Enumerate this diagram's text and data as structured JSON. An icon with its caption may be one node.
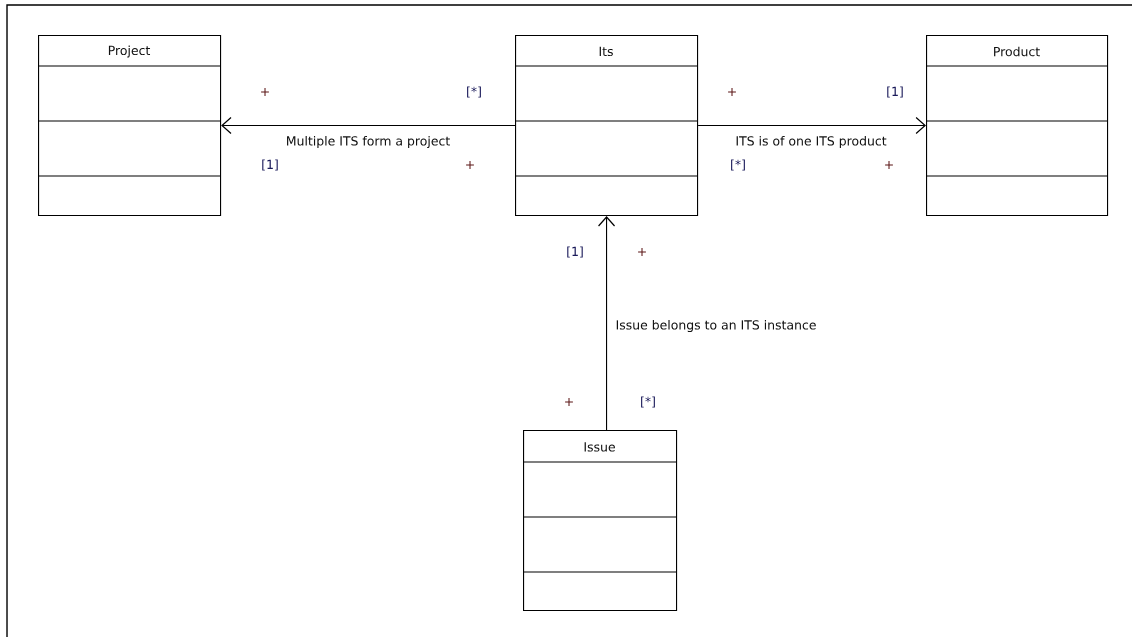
{
  "diagram": {
    "nodes": [
      {
        "text": [
          "Project"
        ]
      },
      {
        "text": [
          "Its"
        ]
      },
      {
        "text": [
          "Product"
        ]
      },
      {
        "text": [
          "Issue"
        ]
      }
    ],
    "edges": [
      {
        "from": 1,
        "to": 0,
        "arrow": "to",
        "label": "Multiple ITS form a project"
      },
      {
        "from": 1,
        "to": 2,
        "arrow": "to",
        "label": "ITS is of one ITS product"
      },
      {
        "from": 3,
        "to": 1,
        "arrow": "to",
        "label": "Issue belongs to an ITS instance"
      }
    ],
    "labels": [
      "+",
      "[*]",
      "+",
      "[1]",
      "[1]",
      "+",
      "[*]",
      "+",
      "[1]",
      "+",
      "+",
      "[*]"
    ]
  }
}
